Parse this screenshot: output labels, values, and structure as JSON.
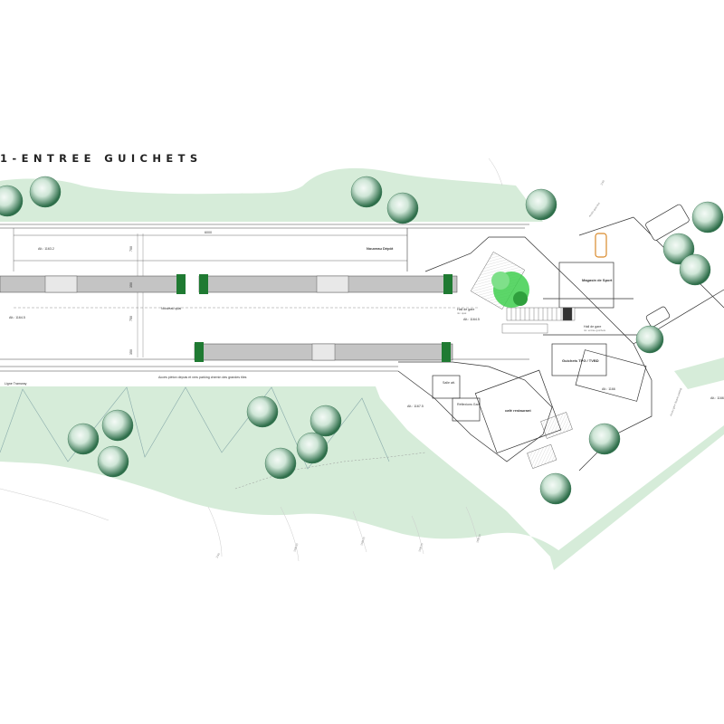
{
  "title": "1-ENTREE GUICHETS",
  "dimensions": {
    "platform_length": "6000",
    "track_spacing_top": "700",
    "track_spacing_mid": "350",
    "platform_width": "750",
    "track_spacing_bottom": "350"
  },
  "altitudes": {
    "north": "Alt.: 1163.2",
    "platform": "Alt.: 1164.5",
    "hall": "Alt.: 1164.5",
    "south": "Alt.: 1167.5",
    "plaza": "Alt.: 1166",
    "east": "Alt.: 1166"
  },
  "labels": {
    "nouveau_depot": "Nouveau Dépôt",
    "nouveau_quai": "Nouveau quai",
    "hall_gare": "Hall de gare",
    "hall_gare_level": "niv. quai",
    "hall_gare_plaza": "Hall de gare",
    "hall_gare_plaza_level": "niv. entrée guichets",
    "magasin_sport": "Magasin de Sport",
    "guichets": "Guichets TPG / TVBD",
    "salle_att": "Salle att.",
    "reflexions": "Réflexions Gare",
    "cafe_restaurant": "café restaurant",
    "acces_pieton": "Accès piéton depuis et vers parking chemin des grandes tiles",
    "ligne_tram": "Ligne Tramway",
    "acces_quai_bus": "Accès quai bus",
    "acces_gare": "Accès gare depuis parking"
  },
  "contours": [
    "1165",
    "1166.50",
    "1166.00",
    "1166.25",
    "1166.50",
    "1165"
  ],
  "colors": {
    "green_zone": "#d6ecd9",
    "tree_dark": "#2e6e4a",
    "tree_light": "#e6f2ea",
    "train_body": "#c4c4c4",
    "train_cab": "#1f7a32",
    "accent_tree": "#3fcf4f"
  }
}
